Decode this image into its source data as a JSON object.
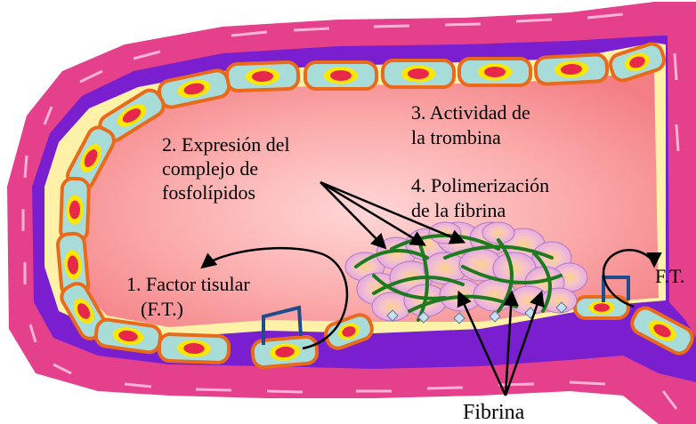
{
  "labels": {
    "factor_line1": "1. Factor tisular",
    "factor_line2": "(F.T.)",
    "expresion_line1": "2. Expresión del",
    "expresion_line2": "complejo de",
    "expresion_line3": "fosfolípidos",
    "actividad_line1": "3. Actividad de",
    "actividad_line2": "la trombina",
    "polimer_line1": "4. Polimerización",
    "polimer_line2": "de la fibrina",
    "ft_right": "F.T.",
    "fibrina": "Fibrina"
  },
  "colors": {
    "outer_wall": "#e4408c",
    "outer_stripe": "#ffb3d6",
    "middle_layer": "#7a1fd0",
    "subendothelium": "#fff2a8",
    "lumen": "#f79494",
    "lumen_center": "#ffd0d0",
    "cell_fill": "#a8dcd8",
    "cell_border": "#e96a1a",
    "nucleus_outer": "#ffe600",
    "nucleus_inner": "#e8284a",
    "platelet": "#e8b4ec",
    "fibrin": "#1e7a1e",
    "receptor": "#1f4c8c"
  }
}
